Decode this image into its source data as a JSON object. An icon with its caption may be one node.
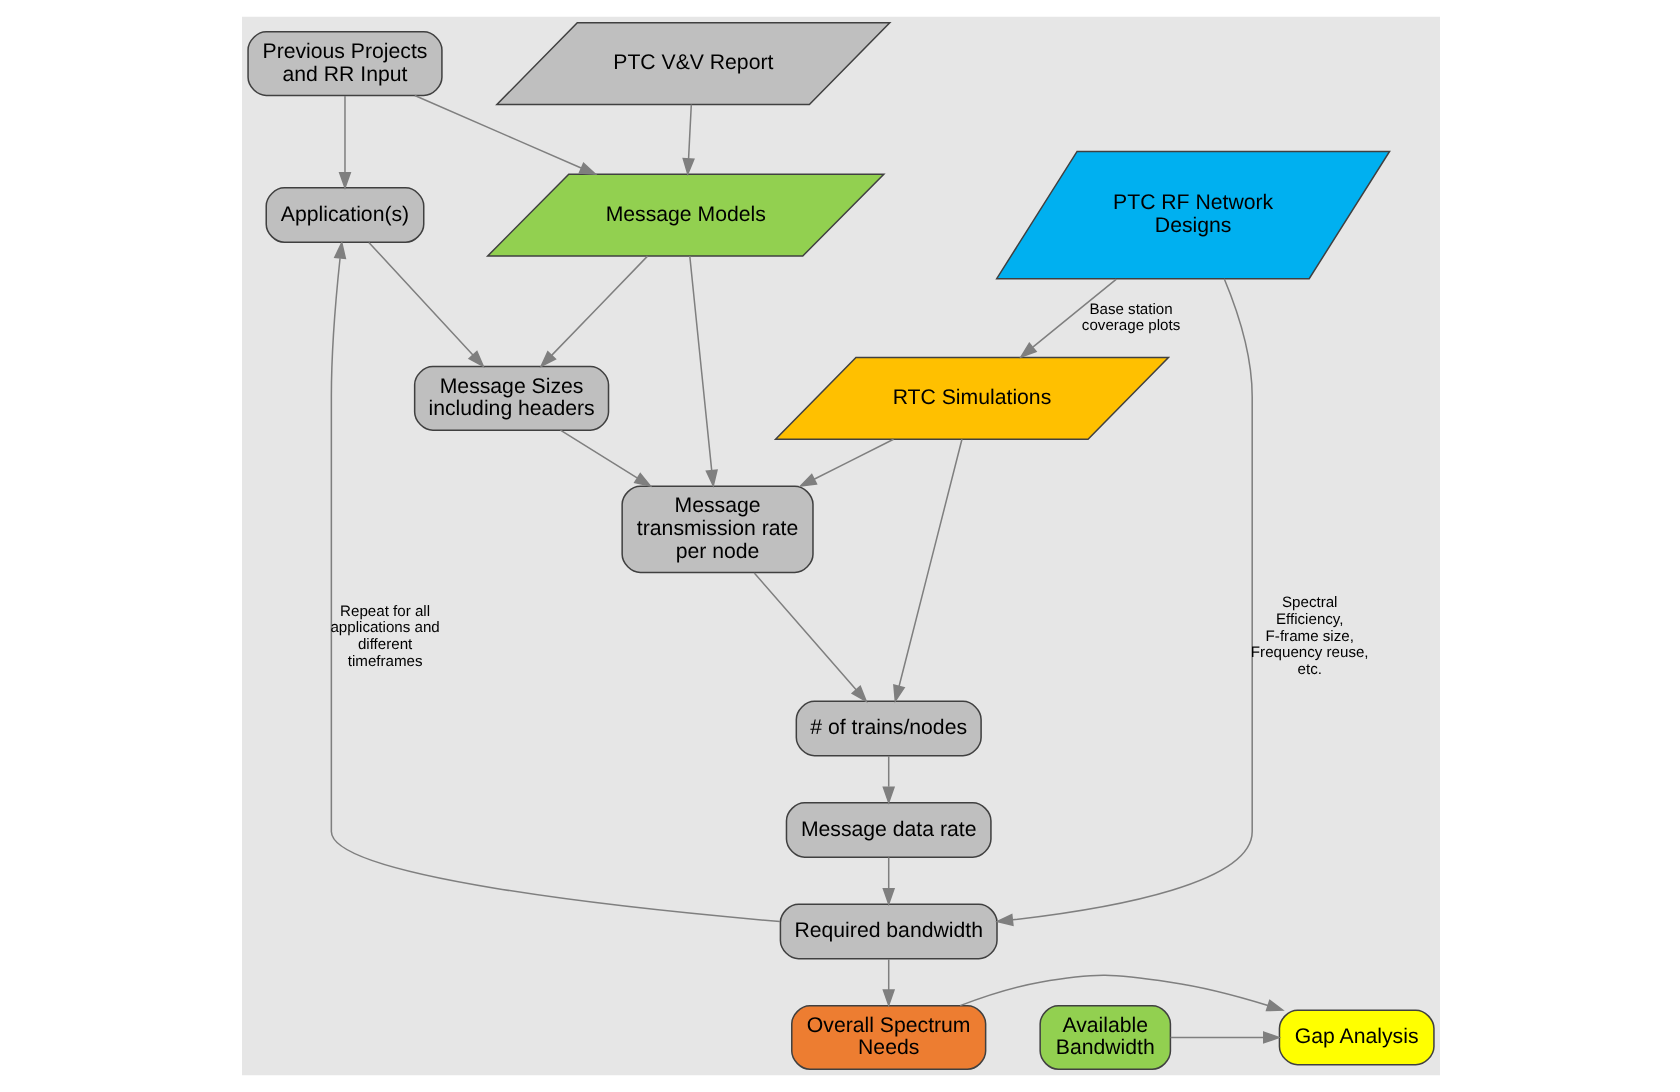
{
  "diagram": {
    "nodes": [
      {
        "text": [
          "Application(s)"
        ]
      },
      {
        "text": [
          "Previous Projects and RR Input"
        ]
      },
      {
        "text": [
          "Message Models"
        ]
      },
      {
        "text": [
          "Message Sizes",
          "including headers"
        ]
      },
      {
        "text": [
          "PTC V&V Report"
        ]
      },
      {
        "text": [
          "Message transmission rate per node"
        ]
      },
      {
        "text": [
          "RTC Simulations"
        ]
      },
      {
        "text": [
          "# of trains/nodes"
        ]
      },
      {
        "text": [
          "Message data rate"
        ]
      },
      {
        "text": [
          "PTC RF Network Designs"
        ]
      },
      {
        "text": [
          "Required bandwidth"
        ]
      },
      {
        "text": [
          "Overall Spectrum Needs"
        ]
      },
      {
        "text": [
          "Gap Analysis"
        ]
      },
      {
        "text": [
          "Available Bandwidth"
        ]
      }
    ],
    "edges": [
      {
        "from": 1,
        "to": 0,
        "arrow": "to"
      },
      {
        "from": 1,
        "to": 2,
        "arrow": "to"
      },
      {
        "from": 4,
        "to": 2,
        "arrow": "to"
      },
      {
        "from": 0,
        "to": 3,
        "arrow": "to"
      },
      {
        "from": 2,
        "to": 3,
        "arrow": "to"
      },
      {
        "from": 2,
        "to": 5,
        "arrow": "to"
      },
      {
        "from": 3,
        "to": 5,
        "arrow": "to"
      },
      {
        "from": 6,
        "to": 5,
        "arrow": "to"
      },
      {
        "from": 6,
        "to": 7,
        "arrow": "to"
      },
      {
        "from": 5,
        "to": 7,
        "arrow": "to"
      },
      {
        "from": 7,
        "to": 8,
        "arrow": "to"
      },
      {
        "from": 8,
        "to": 10,
        "arrow": "to"
      },
      {
        "from": 9,
        "to": 6,
        "arrow": "to",
        "label": "Base station coverage plots"
      },
      {
        "from": 9,
        "to": 10,
        "arrow": "to",
        "label": "Spectral Efficiency, F-frame size, Frequency reuse, etc."
      },
      {
        "from": 10,
        "to": 0,
        "arrow": "to",
        "label": "Repeat for all applications and different timeframes"
      },
      {
        "from": 10,
        "to": 11,
        "arrow": "to"
      },
      {
        "from": 11,
        "to": 12,
        "arrow": "to"
      },
      {
        "from": 13,
        "to": 12,
        "arrow": "to"
      }
    ]
  }
}
